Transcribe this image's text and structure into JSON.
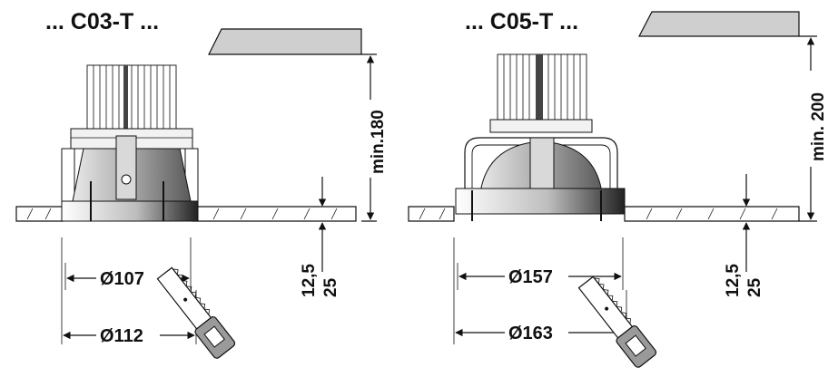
{
  "left": {
    "title": "... C03-T ...",
    "height_label": "min.180",
    "cutout_thickness_a": "12,5",
    "cutout_thickness_b": "25",
    "inner_diameter": "Ø107",
    "outer_diameter": "Ø112"
  },
  "right": {
    "title": "... C05-T ...",
    "height_label": "min. 200",
    "cutout_thickness_a": "12,5",
    "cutout_thickness_b": "25",
    "inner_diameter": "Ø157",
    "outer_diameter": "Ø163"
  }
}
